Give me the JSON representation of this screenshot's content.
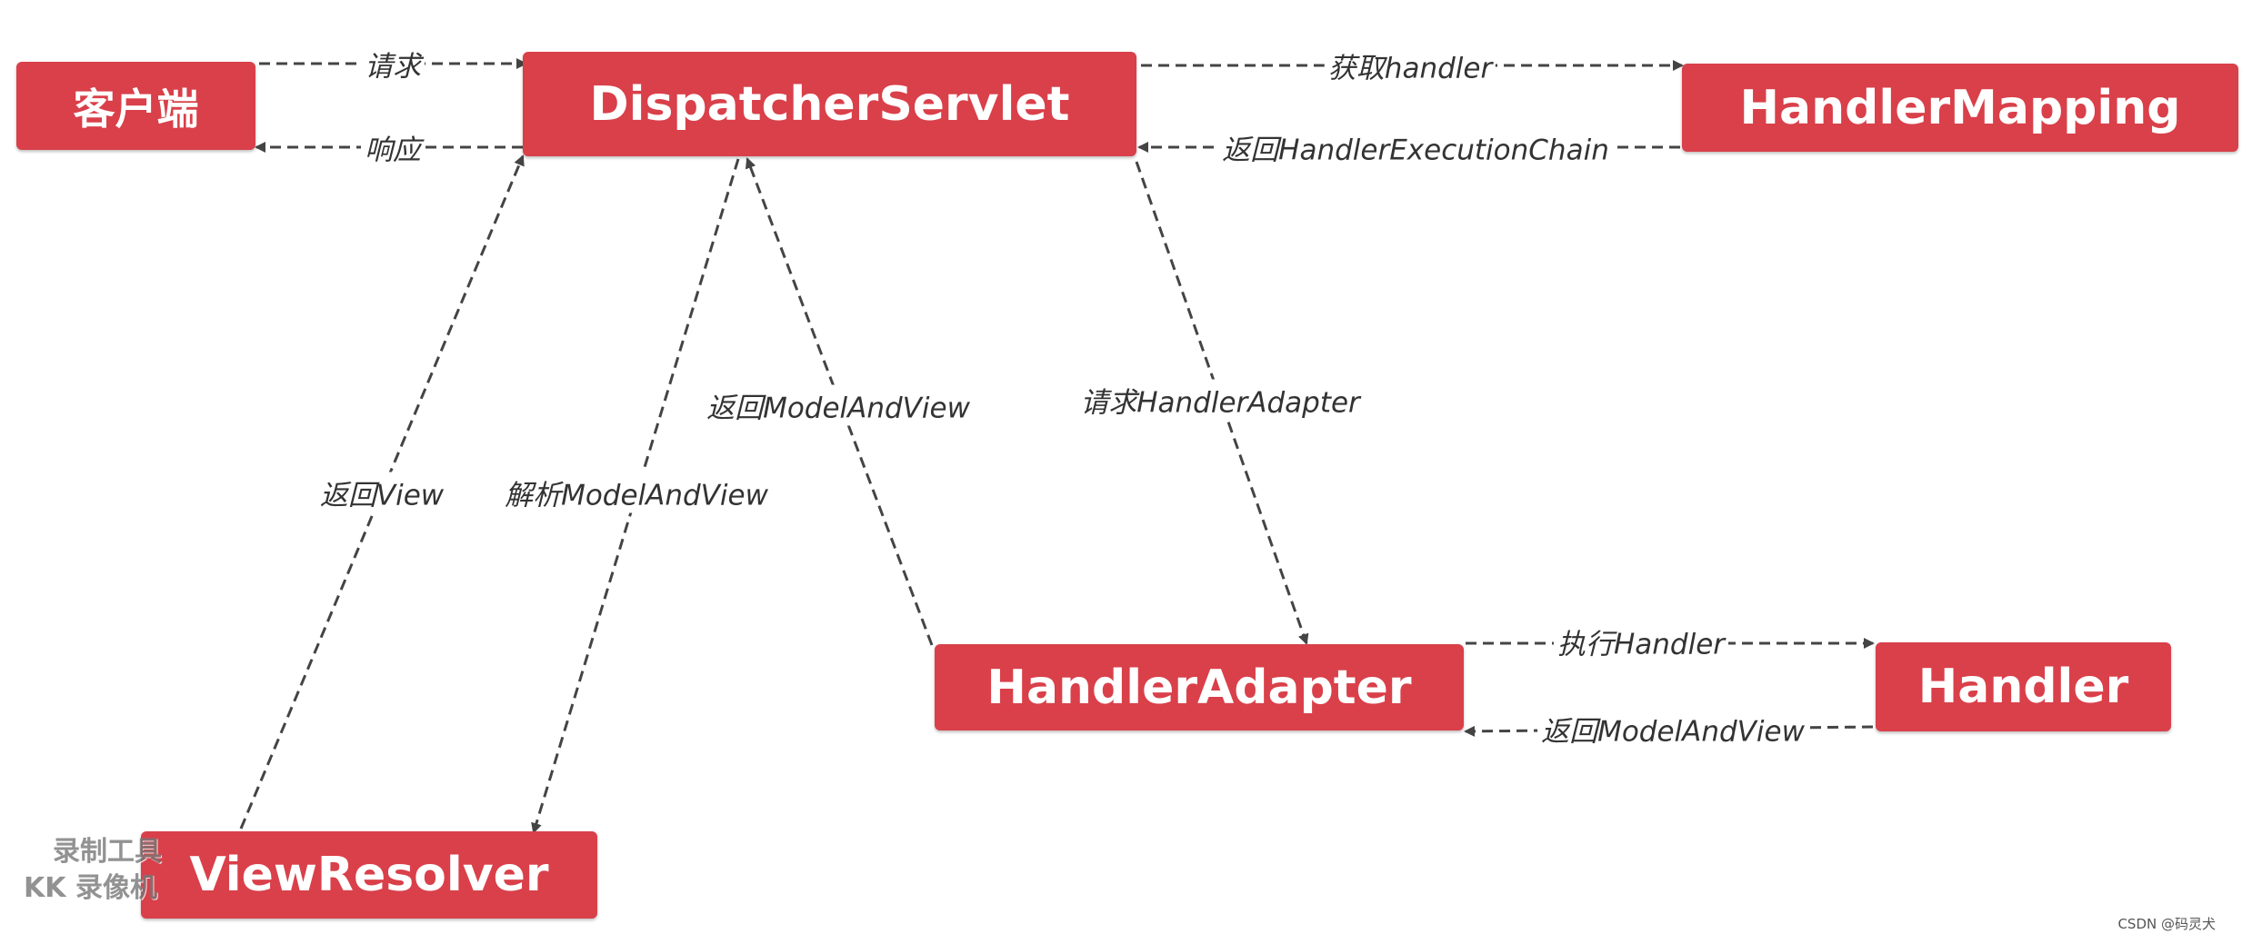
{
  "nodes": {
    "client": "客户端",
    "dispatcher": "DispatcherServlet",
    "mapping": "HandlerMapping",
    "adapter": "HandlerAdapter",
    "handler": "Handler",
    "resolver": "ViewResolver"
  },
  "edges": {
    "request": "请求",
    "response": "响应",
    "get_handler": "获取handler",
    "return_chain": "返回HandlerExecutionChain",
    "request_adapter": "请求HandlerAdapter",
    "return_mav_adapter": "返回ModelAndView",
    "parse_mav": "解析ModelAndView",
    "return_view": "返回View",
    "execute_handler": "执行Handler",
    "return_mav_handler": "返回ModelAndView"
  },
  "watermark": {
    "line1": "录制工具",
    "line2": "KK 录像机"
  },
  "credit": "CSDN @码灵犬",
  "colors": {
    "node_fill": "#d9404a",
    "node_text": "#ffffff",
    "arrow": "#444444"
  }
}
